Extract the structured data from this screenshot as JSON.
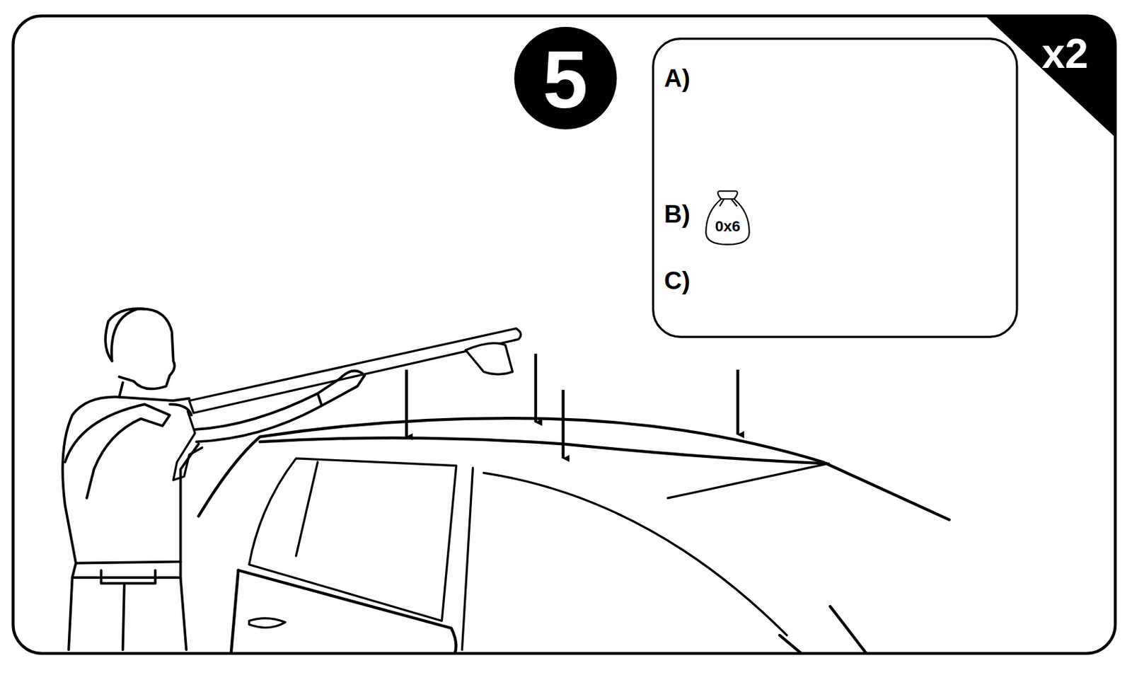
{
  "diagram": {
    "nodes": [
      {
        "text": [
          "5"
        ]
      },
      {
        "text": [
          "A)",
          "B)",
          "C)"
        ]
      },
      {
        "text": [
          "0x6"
        ],
        "in": 1
      },
      {
        "text": [
          "x2"
        ]
      }
    ]
  }
}
